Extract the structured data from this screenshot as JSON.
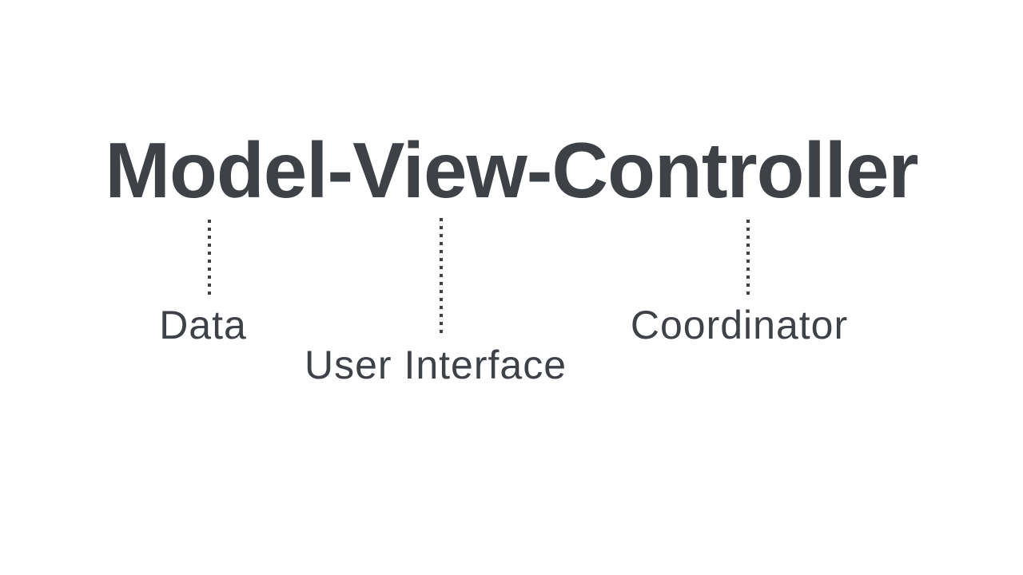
{
  "slide": {
    "background_color": "#ffffff",
    "text_color": "#3e4247",
    "title": "Model-View-Controller",
    "connectors": [
      {
        "from": "Model",
        "label": "Data"
      },
      {
        "from": "View",
        "label": "User Interface"
      },
      {
        "from": "Controller",
        "label": "Coordinator"
      }
    ]
  }
}
